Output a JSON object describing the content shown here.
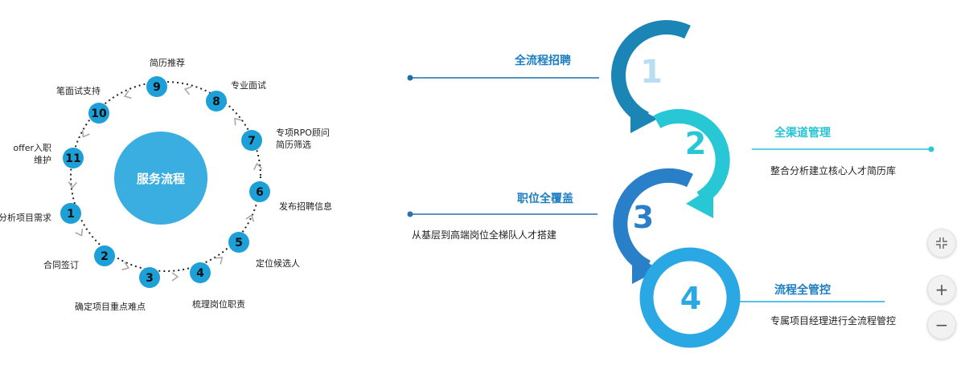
{
  "cycle": {
    "center_label": "服务流程",
    "steps": [
      {
        "number": "1",
        "label": "分析项目需求"
      },
      {
        "number": "2",
        "label": "合同签订"
      },
      {
        "number": "3",
        "label": "确定项目重点难点"
      },
      {
        "number": "4",
        "label": "梳理岗位职责"
      },
      {
        "number": "5",
        "label": "定位候选人"
      },
      {
        "number": "6",
        "label": "发布招聘信息"
      },
      {
        "number": "7",
        "label": "专项RPO顾问|简历筛选"
      },
      {
        "number": "8",
        "label": "专业面试"
      },
      {
        "number": "9",
        "label": "简历推荐"
      },
      {
        "number": "10",
        "label": "笔面试支持"
      },
      {
        "number": "11",
        "label": "offer入职|维护"
      }
    ]
  },
  "features": [
    {
      "number": "1",
      "title": "全流程招聘",
      "description": ""
    },
    {
      "number": "2",
      "title": "全渠道管理",
      "description": "整合分析建立核心人才简历库"
    },
    {
      "number": "3",
      "title": "职位全覆盖",
      "description": "从基层到高端岗位全梯队人才搭建"
    },
    {
      "number": "4",
      "title": "流程全管控",
      "description": "专属项目经理进行全流程管控"
    }
  ],
  "colors": {
    "step_fill": "#1d9fd8",
    "center_fill": "#3aaee0",
    "ring1": "#1b85b6",
    "ring1_digit": "#b9def3",
    "ring2": "#27c7d6",
    "ring3": "#2a7fc9",
    "ring4": "#29a8e4",
    "title_blue": "#1d7ec2",
    "title_cyan": "#27c4d6",
    "line1": "#1d6fa8",
    "line2": "#27c7d6",
    "line3": "#2a6fb0",
    "line4": "#29a8e4"
  },
  "controls": {
    "collapse_icon": "collapse-icon",
    "zoom_in_symbol": "+",
    "zoom_out_symbol": "−"
  }
}
